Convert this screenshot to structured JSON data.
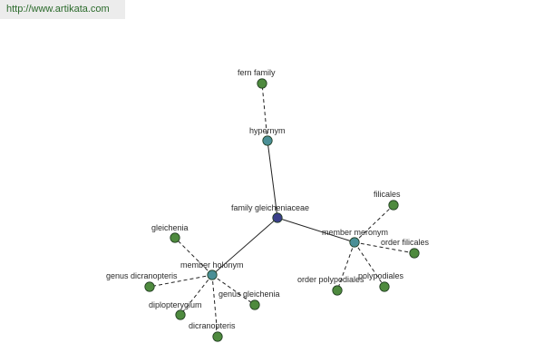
{
  "site": {
    "url": "http://www.artikata.com"
  },
  "colors": {
    "center": "#3a3f8a",
    "relation": "#4a8f96",
    "term": "#4e8a3e"
  },
  "graph": {
    "nodes": [
      {
        "id": "center",
        "label": "family gleicheniaceae",
        "kind": "center"
      },
      {
        "id": "hypernym",
        "label": "hypernym",
        "kind": "relation"
      },
      {
        "id": "fern-family",
        "label": "fern family",
        "kind": "term"
      },
      {
        "id": "member-meronym",
        "label": "member meronym",
        "kind": "relation"
      },
      {
        "id": "filicales",
        "label": "filicales",
        "kind": "term"
      },
      {
        "id": "order-filicales",
        "label": "order filicales",
        "kind": "term"
      },
      {
        "id": "polypodiales",
        "label": "polypodiales",
        "kind": "term"
      },
      {
        "id": "order-polypodiales",
        "label": "order polypodiales",
        "kind": "term"
      },
      {
        "id": "member-holonym",
        "label": "member holonym",
        "kind": "relation"
      },
      {
        "id": "gleichenia",
        "label": "gleichenia",
        "kind": "term"
      },
      {
        "id": "genus-dicranopteris",
        "label": "genus dicranopteris",
        "kind": "term"
      },
      {
        "id": "genus-gleichenia",
        "label": "genus gleichenia",
        "kind": "term"
      },
      {
        "id": "diplopterygium",
        "label": "diplopterygium",
        "kind": "term"
      },
      {
        "id": "dicranopteris",
        "label": "dicranopteris",
        "kind": "term"
      }
    ],
    "edges": [
      {
        "from": "center",
        "to": "hypernym",
        "style": "solid"
      },
      {
        "from": "center",
        "to": "member-meronym",
        "style": "solid"
      },
      {
        "from": "center",
        "to": "member-holonym",
        "style": "solid"
      },
      {
        "from": "hypernym",
        "to": "fern-family",
        "style": "dashed"
      },
      {
        "from": "member-meronym",
        "to": "filicales",
        "style": "dashed"
      },
      {
        "from": "member-meronym",
        "to": "order-filicales",
        "style": "dashed"
      },
      {
        "from": "member-meronym",
        "to": "polypodiales",
        "style": "dashed"
      },
      {
        "from": "member-meronym",
        "to": "order-polypodiales",
        "style": "dashed"
      },
      {
        "from": "member-holonym",
        "to": "gleichenia",
        "style": "dashed"
      },
      {
        "from": "member-holonym",
        "to": "genus-dicranopteris",
        "style": "dashed"
      },
      {
        "from": "member-holonym",
        "to": "genus-gleichenia",
        "style": "dashed"
      },
      {
        "from": "member-holonym",
        "to": "diplopterygium",
        "style": "dashed"
      },
      {
        "from": "member-holonym",
        "to": "dicranopteris",
        "style": "dashed"
      }
    ]
  }
}
